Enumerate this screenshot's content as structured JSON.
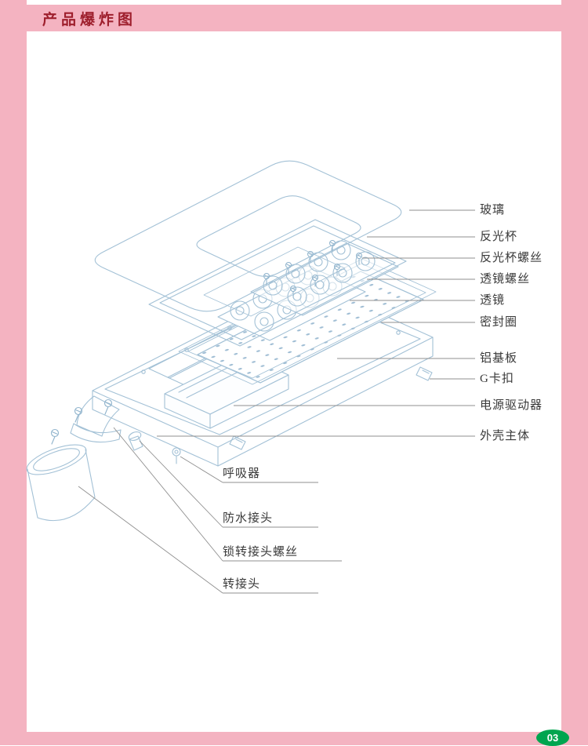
{
  "header": {
    "title": "产品爆炸图"
  },
  "footer": {
    "page_number": "03"
  },
  "diagram": {
    "right_labels": [
      "玻璃",
      "反光杯",
      "反光杯螺丝",
      "透镜螺丝",
      "透镜",
      "密封圈",
      "铝基板",
      "G卡扣",
      "电源驱动器",
      "外壳主体"
    ],
    "bottom_labels": [
      "呼吸器",
      "防水接头",
      "锁转接头螺丝",
      "转接头"
    ]
  },
  "colors": {
    "frame_pink": "#f4b3c1",
    "title_red": "#9e1f2d",
    "diagram_line_blue": "#a3c1d6",
    "leader_gray": "#8f8f8f",
    "badge_green": "#00a54f",
    "label_text": "#3a3a3a"
  }
}
